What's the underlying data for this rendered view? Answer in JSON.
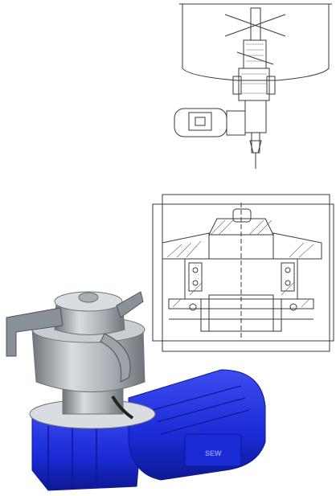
{
  "figure": {
    "panels": [
      {
        "id": "vessel-drawing"
      },
      {
        "id": "section-drawing"
      },
      {
        "id": "rendered-assembly"
      }
    ]
  },
  "colors": {
    "line": "#3a3a3a",
    "hatch": "#6a6a6a",
    "metal_light": "#d9dde1",
    "metal_mid": "#a9aeb4",
    "metal_dark": "#6e747a",
    "motor_blue": "#1a2bd6",
    "motor_blue_dark": "#0d1891",
    "motor_blue_light": "#3c4cf0"
  },
  "motor": {
    "badge_text": "SEW"
  }
}
